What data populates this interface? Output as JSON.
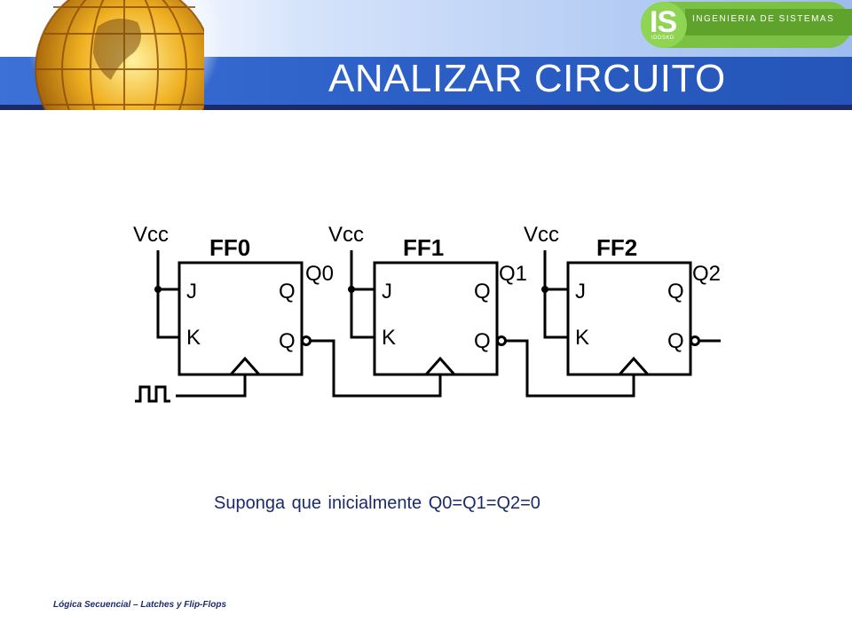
{
  "header": {
    "title": "ANALIZAR CIRCUITO",
    "logo_mark": "IS",
    "logo_sub": "IDDSKD",
    "logo_text": "INGENIERIA DE SISTEMAS",
    "accent": "#2f63c9",
    "logo_color": "#7bc143"
  },
  "diagram": {
    "vcc_label": "Vcc",
    "j_label": "J",
    "k_label": "K",
    "q_label": "Q",
    "flipflops": [
      {
        "name": "FF0",
        "output": "Q0"
      },
      {
        "name": "FF1",
        "output": "Q1"
      },
      {
        "name": "FF2",
        "output": "Q2"
      }
    ]
  },
  "note": "Suponga que inicialmente Q0=Q1=Q2=0",
  "footer": "Lógica Secuencial – Latches y Flip-Flops"
}
